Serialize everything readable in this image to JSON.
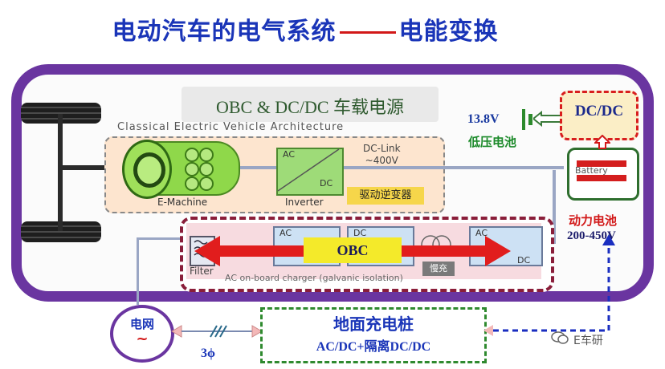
{
  "title": {
    "left": "电动汽车的电气系统",
    "right": "电能变换"
  },
  "obc_dcdc_title": "OBC & DC/DC 车载电源",
  "architecture": {
    "heading": "Classical Electric Vehicle Architecture",
    "e_machine": "E-Machine",
    "inverter": "Inverter",
    "inverter_ac": "AC",
    "inverter_dc": "DC",
    "dc_link": "DC-Link",
    "dc_link_voltage": "~400V",
    "drive_inverter": "驱动逆变器"
  },
  "low_voltage_battery": {
    "voltage": "13.8V",
    "label": "低压电池"
  },
  "dcdc": "DC/DC",
  "hv_battery": {
    "inner": "Battery",
    "label": "动力电池",
    "voltage": "200-450V"
  },
  "charger": {
    "filter": "Filter",
    "obc": "OBC",
    "mod_ac": "AC",
    "mod_dc": "DC",
    "caption": "AC on-board charger (galvanic isolation)",
    "charge_tag": "慢充"
  },
  "grid": {
    "label": "电网",
    "symbol": "~",
    "phase": "3ϕ"
  },
  "charging_pile": {
    "name": "地面充电桩",
    "desc": "AC/DC+隔离DC/DC"
  },
  "watermark": "E车研",
  "colors": {
    "purple": "#6a35a0",
    "blue": "#1a35b8",
    "red": "#d21818",
    "green": "#2f8a2f"
  }
}
